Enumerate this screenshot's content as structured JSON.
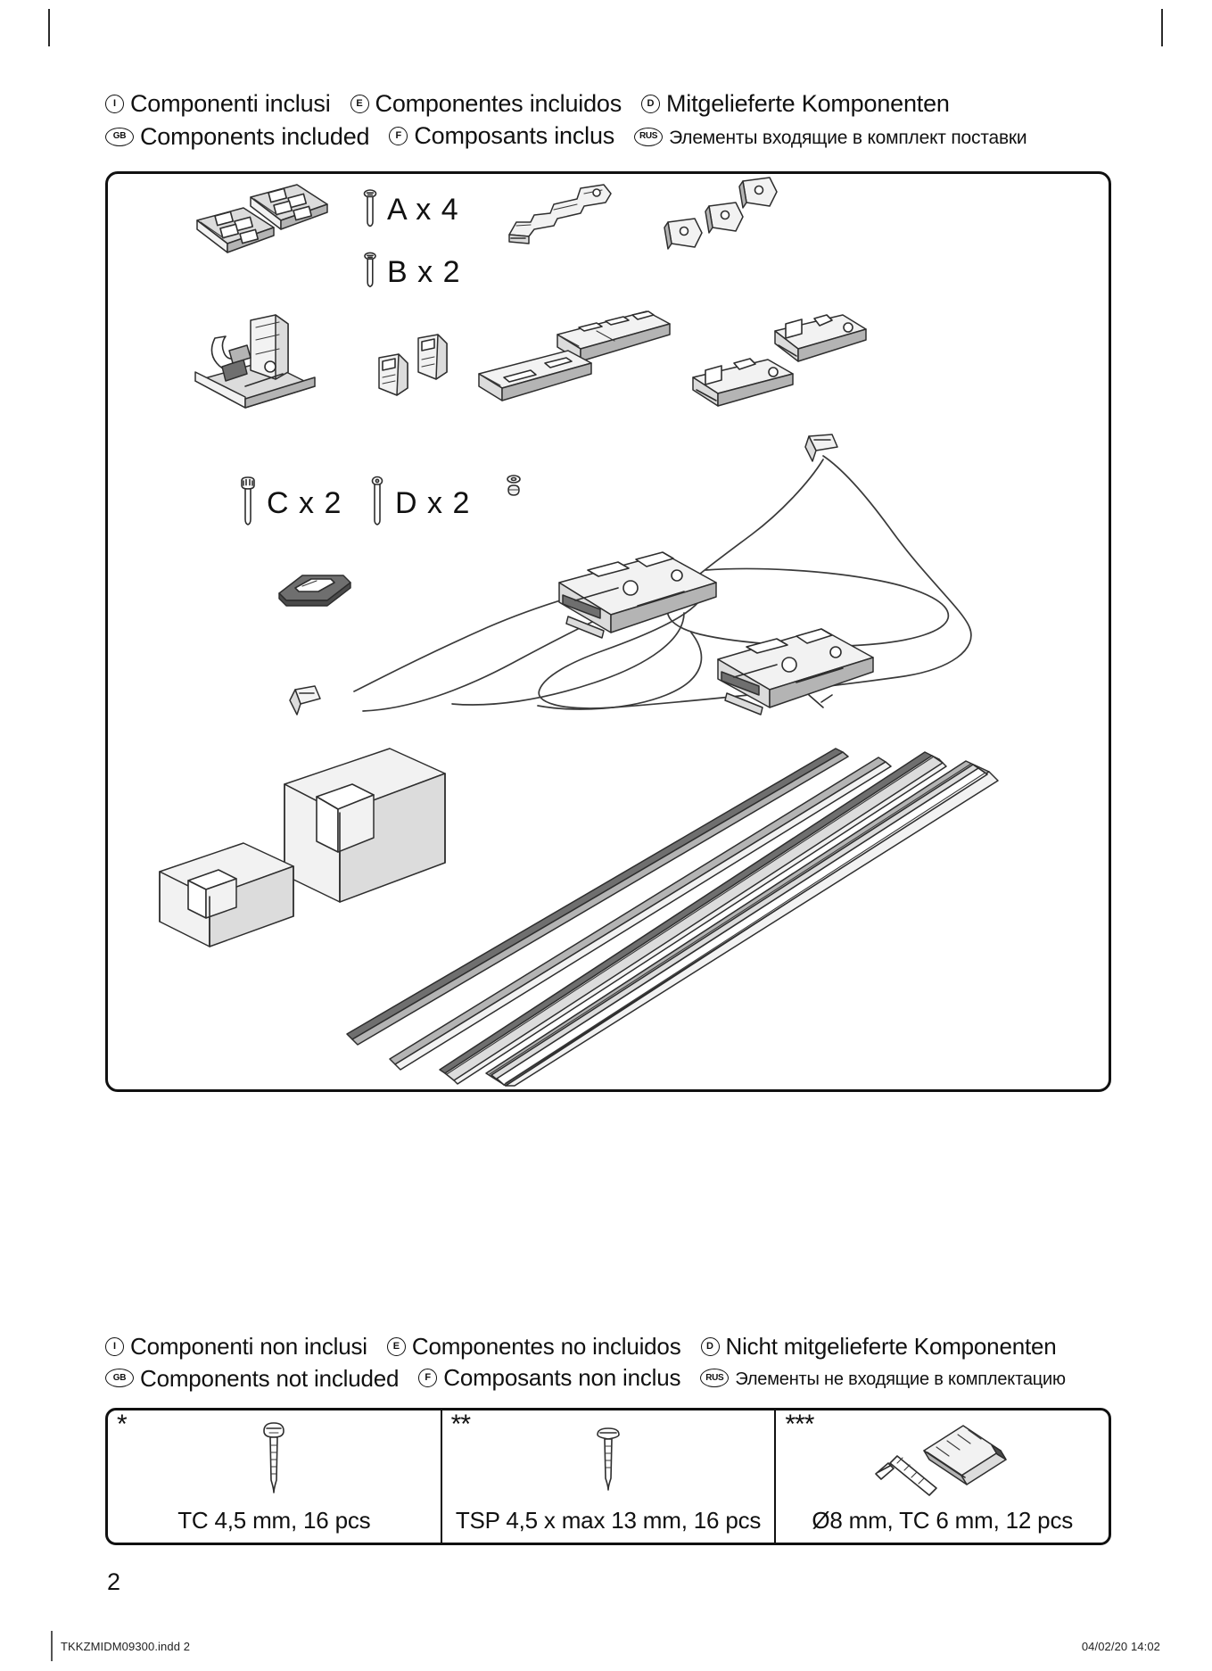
{
  "header_included": {
    "line1": [
      {
        "badge": "I",
        "badge_kind": "round",
        "text": "Componenti inclusi"
      },
      {
        "badge": "E",
        "badge_kind": "round",
        "text": "Componentes incluidos"
      },
      {
        "badge": "D",
        "badge_kind": "round",
        "text": "Mitgelieferte Komponenten"
      }
    ],
    "line2": [
      {
        "badge": "GB",
        "badge_kind": "wide",
        "text": "Components included"
      },
      {
        "badge": "F",
        "badge_kind": "round",
        "text": "Composants inclus"
      },
      {
        "badge": "RUS",
        "badge_kind": "wide",
        "text": "Элементы входящие в комплект поставки"
      }
    ]
  },
  "header_not_included": {
    "line1": [
      {
        "badge": "I",
        "badge_kind": "round",
        "text": "Componenti non inclusi"
      },
      {
        "badge": "E",
        "badge_kind": "round",
        "text": "Componentes no incluidos"
      },
      {
        "badge": "D",
        "badge_kind": "round",
        "text": "Nicht mitgelieferte Komponenten"
      }
    ],
    "line2": [
      {
        "badge": "GB",
        "badge_kind": "wide",
        "text": "Components not included"
      },
      {
        "badge": "F",
        "badge_kind": "round",
        "text": "Composants non inclus"
      },
      {
        "badge": "RUS",
        "badge_kind": "wide",
        "text": "Элементы не входящие в комплектацию"
      }
    ]
  },
  "part_labels": {
    "a": "A x 4",
    "b": "B x 2",
    "c": "C x 2",
    "d": "D x 2"
  },
  "spec_table": {
    "cells": [
      {
        "marker": "*",
        "caption": "TC 4,5 mm, 16 pcs",
        "icon": "pan-head-screw-icon"
      },
      {
        "marker": "**",
        "caption": "TSP 4,5 x max 13 mm, 16 pcs",
        "icon": "flat-head-screw-icon"
      },
      {
        "marker": "***",
        "caption": "Ø8 mm, TC 6 mm, 12 pcs",
        "icon": "wall-plug-and-screw-icon"
      }
    ]
  },
  "page_number": "2",
  "footer": {
    "left": "TKKZMIDM09300.indd   2",
    "right": "04/02/20   14:02"
  },
  "colors": {
    "ink": "#111111",
    "line": "#2e2e2e",
    "fill_light": "#f2f2f2",
    "fill_mid": "#dcdcdc",
    "fill_dark": "#b4b4b4"
  }
}
